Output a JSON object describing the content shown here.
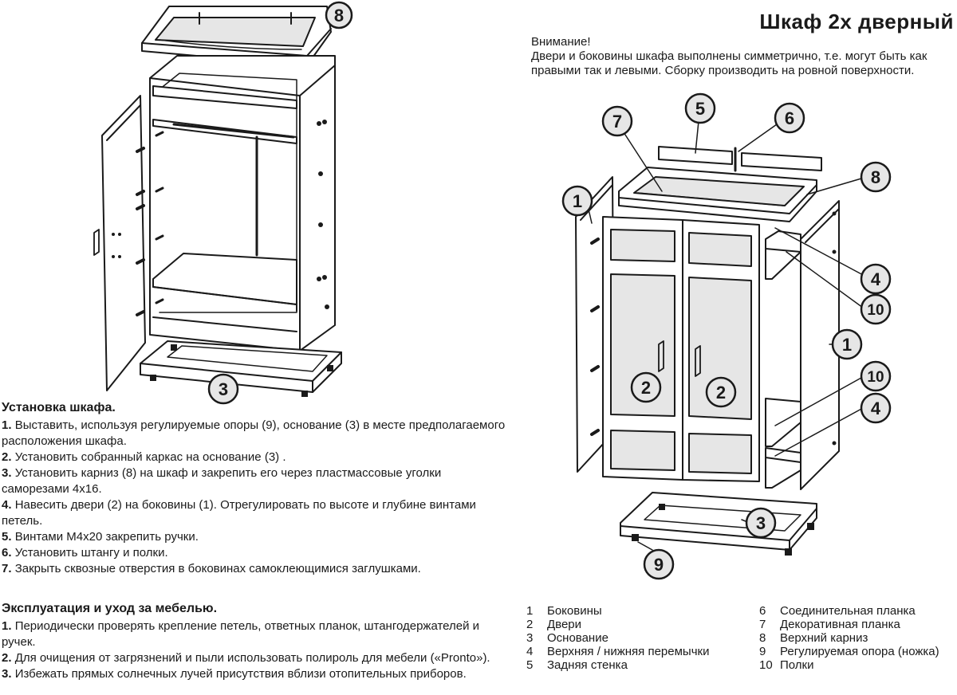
{
  "title": "Шкаф  2х дверный",
  "attention": {
    "heading": "Внимание!",
    "line1": "Двери и боковины шкафа выполнены симметрично, т.е. могут быть как",
    "line2": "правыми так и левыми. Сборку производить на ровной поверхности."
  },
  "installation": {
    "heading": "Установка шкафа.",
    "steps": [
      {
        "n": "1.",
        "text": "Выставить, используя регулируемые опоры  (9), основание  (3)  в месте предполагаемого расположения шкафа."
      },
      {
        "n": "2.",
        "text": "Установить собранный каркас на основание  (3) ."
      },
      {
        "n": "3.",
        "text": "Установить карниз  (8)  на шкаф и закрепить его через пластмассовые уголки саморезами 4х16."
      },
      {
        "n": "4.",
        "text": "Навесить двери  (2)  на боковины  (1). Отрегулировать по высоте и глубине винтами петель."
      },
      {
        "n": "5.",
        "text": "Винтами М4х20 закрепить ручки."
      },
      {
        "n": "6.",
        "text": "Установить штангу и полки."
      },
      {
        "n": "7.",
        "text": "Закрыть сквозные отверстия в боковинах самоклеющимися заглушками."
      }
    ]
  },
  "care": {
    "heading": "Эксплуатация и уход за мебелью.",
    "steps": [
      {
        "n": "1.",
        "text": "Периодически проверять крепление петель, ответных планок, штангодержателей и ручек."
      },
      {
        "n": "2.",
        "text": "Для очищения от загрязнений и пыли использовать полироль для мебели («Pronto»)."
      },
      {
        "n": "3.",
        "text": "Избежать прямых солнечных лучей присутствия вблизи отопительных приборов."
      }
    ]
  },
  "legend_left": [
    {
      "n": "1",
      "label": "Боковины"
    },
    {
      "n": "2",
      "label": "Двери"
    },
    {
      "n": "3",
      "label": "Основание"
    },
    {
      "n": "4",
      "label": "Верхняя / нижняя перемычки"
    },
    {
      "n": "5",
      "label": "Задняя стенка"
    }
  ],
  "legend_right": [
    {
      "n": "6",
      "label": "Соединительная планка"
    },
    {
      "n": "7",
      "label": "Декоративная планка"
    },
    {
      "n": "8",
      "label": "Верхний карниз"
    },
    {
      "n": "9",
      "label": "Регулируемая опора (ножка)"
    },
    {
      "n": "10",
      "label": "Полки"
    }
  ],
  "callouts_left": [
    "8",
    "3"
  ],
  "callouts_right": [
    "7",
    "5",
    "6",
    "8",
    "1",
    "4",
    "10",
    "1",
    "2",
    "2",
    "10",
    "4",
    "3",
    "9"
  ]
}
